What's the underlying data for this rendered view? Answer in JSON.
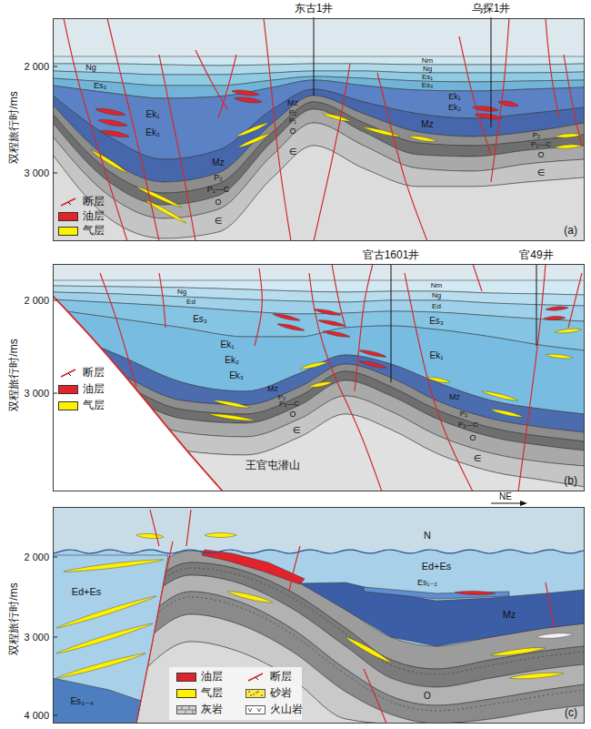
{
  "diagram": {
    "nodes": [
      {
        "text": [
          "(a)"
        ]
      },
      {
        "text": [
          "(b)"
        ]
      },
      {
        "text": [
          "(c)"
        ]
      }
    ],
    "labels": [
      "东古1井",
      "乌探1井",
      "2 000",
      "3 000",
      "双程旅行时/ms",
      "Ng",
      "Es₃",
      "Ek₁",
      "Ek₂",
      "Mz",
      "P₂",
      "P₁—C",
      "O",
      "∈",
      "Mz",
      "P₂",
      "P₁",
      "O",
      "∈",
      "Nm",
      "Ng",
      "Es₁",
      "Es₃",
      "Ek₁",
      "Ek₂",
      "Mz",
      "P₂",
      "P₁—C",
      "O",
      "∈",
      "官古1601井",
      "官49井",
      "2 000",
      "3 000",
      "双程旅行时/ms",
      "王官屯潜山",
      "Ng",
      "Ed",
      "Es₃",
      "Ek₁",
      "Ek₂",
      "Ek₃",
      "Mz",
      "P₂",
      "P₁—C",
      "O",
      "∈",
      "Nm",
      "Ng",
      "Ed",
      "Es₃",
      "Ek₁",
      "Mz",
      "P₂",
      "P₁—C",
      "O",
      "∈",
      "NE",
      "2 000",
      "3 000",
      "4 000",
      "双程旅行时/ms",
      "N",
      "Ed+Es",
      "Ed+Es",
      "Es₁₋₂",
      "Mz",
      "O",
      "Es₃₋₄"
    ],
    "legend": [
      {
        "text": "断层"
      },
      {
        "text": "油层",
        "color": "#e3232b"
      },
      {
        "text": "气层",
        "color": "#fff000"
      },
      {
        "text": "断层"
      },
      {
        "text": "油层",
        "color": "#e3232b"
      },
      {
        "text": "气层",
        "color": "#fff000"
      },
      {
        "text": "油层",
        "color": "#e3232b"
      },
      {
        "text": "断层"
      },
      {
        "text": "气层",
        "color": "#fff000"
      },
      {
        "text": "砂岩"
      },
      {
        "text": "灰岩"
      },
      {
        "text": "火山岩"
      }
    ]
  }
}
